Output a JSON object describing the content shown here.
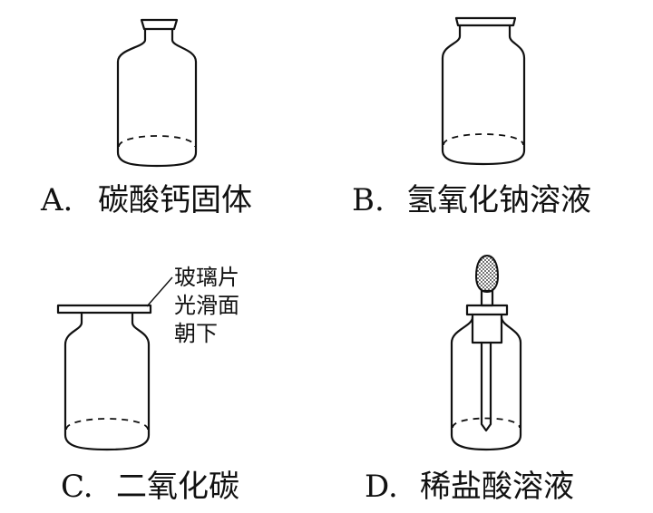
{
  "options": [
    {
      "letter": "A.",
      "text": "碳酸钙固体"
    },
    {
      "letter": "B.",
      "text": "氢氧化钠溶液"
    },
    {
      "letter": "C.",
      "text": "二氧化碳"
    },
    {
      "letter": "D.",
      "text": "稀盐酸溶液"
    }
  ],
  "annotation": {
    "line1": "玻璃片",
    "line2": "光滑面",
    "line3": "朝下"
  }
}
